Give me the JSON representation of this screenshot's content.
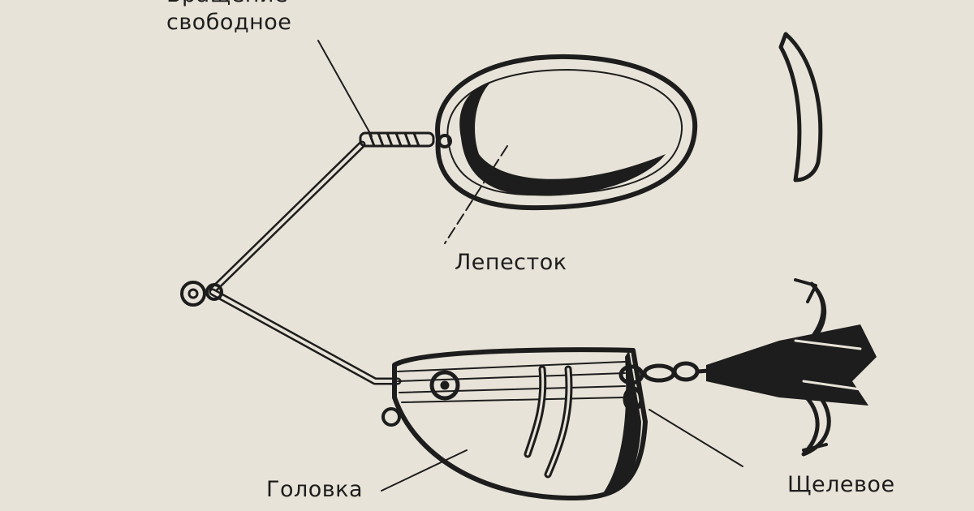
{
  "labels": {
    "top_cut": "Вращение",
    "free": "свободное",
    "petal": "Лепесток",
    "head": "Головка",
    "slot": "Щелевое"
  },
  "colors": {
    "paper": "#e8e3d8",
    "ink": "#1d1d1d"
  }
}
